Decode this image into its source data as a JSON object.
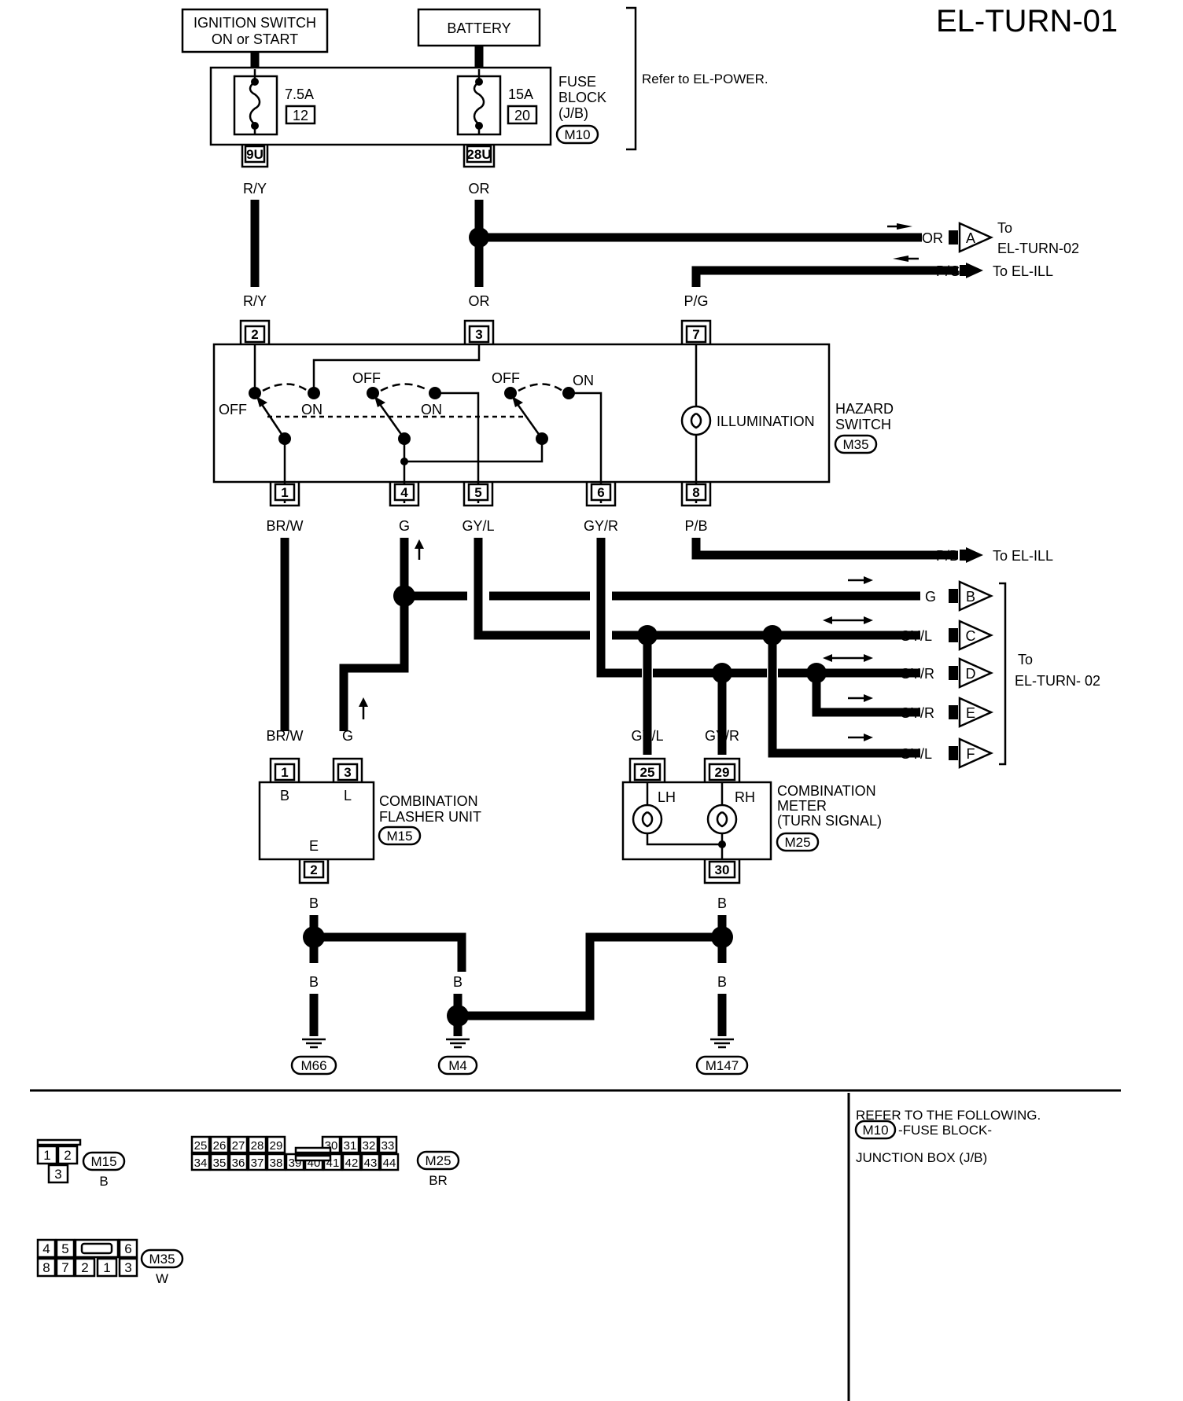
{
  "title": "EL-TURN-01",
  "power": {
    "ignition": [
      "IGNITION SWITCH",
      "ON or START"
    ],
    "battery": "BATTERY",
    "fuse1_rating": "7.5A",
    "fuse1_no": "12",
    "fuse2_rating": "15A",
    "fuse2_no": "20",
    "fuse_block": [
      "FUSE",
      "BLOCK",
      "(J/B)"
    ],
    "fuse_block_conn": "M10",
    "refer": "Refer to EL-POWER.",
    "term_9u": "9U",
    "term_28u": "28U"
  },
  "wires": {
    "ry": "R/Y",
    "or": "OR",
    "pg": "P/G",
    "pb": "P/B",
    "brw": "BR/W",
    "g": "G",
    "gyl": "GY/L",
    "gyr": "GY/R",
    "b": "B"
  },
  "offpage": {
    "to": "To",
    "el_turn_02": "EL-TURN-02",
    "el_turn_02_b": "EL-TURN- 02",
    "to_el_ill": "To EL-ILL",
    "A": "A",
    "B": "B",
    "C": "C",
    "D": "D",
    "E": "E",
    "F": "F"
  },
  "hazard": {
    "name": [
      "HAZARD",
      "SWITCH"
    ],
    "conn": "M35",
    "pins_top": [
      "2",
      "3",
      "7"
    ],
    "pins_bottom": [
      "1",
      "4",
      "5",
      "6",
      "8"
    ],
    "off": "OFF",
    "on": "ON",
    "illumination": "ILLUMINATION"
  },
  "flasher": {
    "name": [
      "COMBINATION",
      "FLASHER UNIT"
    ],
    "conn": "M15",
    "pins": [
      "1",
      "3",
      "2"
    ],
    "b": "B",
    "l": "L",
    "e": "E"
  },
  "meter": {
    "name": [
      "COMBINATION",
      "METER",
      "(TURN SIGNAL)"
    ],
    "conn": "M25",
    "pins": [
      "25",
      "29",
      "30"
    ],
    "lh": "LH",
    "rh": "RH"
  },
  "grounds": [
    "M66",
    "M4",
    "M147"
  ],
  "connectors": {
    "m15": {
      "rows": [
        [
          "1",
          "2"
        ],
        [
          "3"
        ]
      ],
      "label": "M15",
      "color": "B"
    },
    "m25": {
      "rows": [
        [
          "25",
          "26",
          "27",
          "28",
          "29",
          "30",
          "31",
          "32",
          "33"
        ],
        [
          "34",
          "35",
          "36",
          "37",
          "38",
          "39",
          "40",
          "41",
          "42",
          "43",
          "44"
        ]
      ],
      "label": "M25",
      "color": "BR"
    },
    "m35": {
      "rows": [
        [
          "4",
          "5",
          "6"
        ],
        [
          "8",
          "7",
          "2",
          "1",
          "3"
        ]
      ],
      "label": "M35",
      "color": "W"
    }
  },
  "refer_box": {
    "heading": "REFER TO THE FOLLOWING.",
    "conn": "M10",
    "line1": "-FUSE BLOCK-",
    "line2": "JUNCTION BOX (J/B)"
  }
}
